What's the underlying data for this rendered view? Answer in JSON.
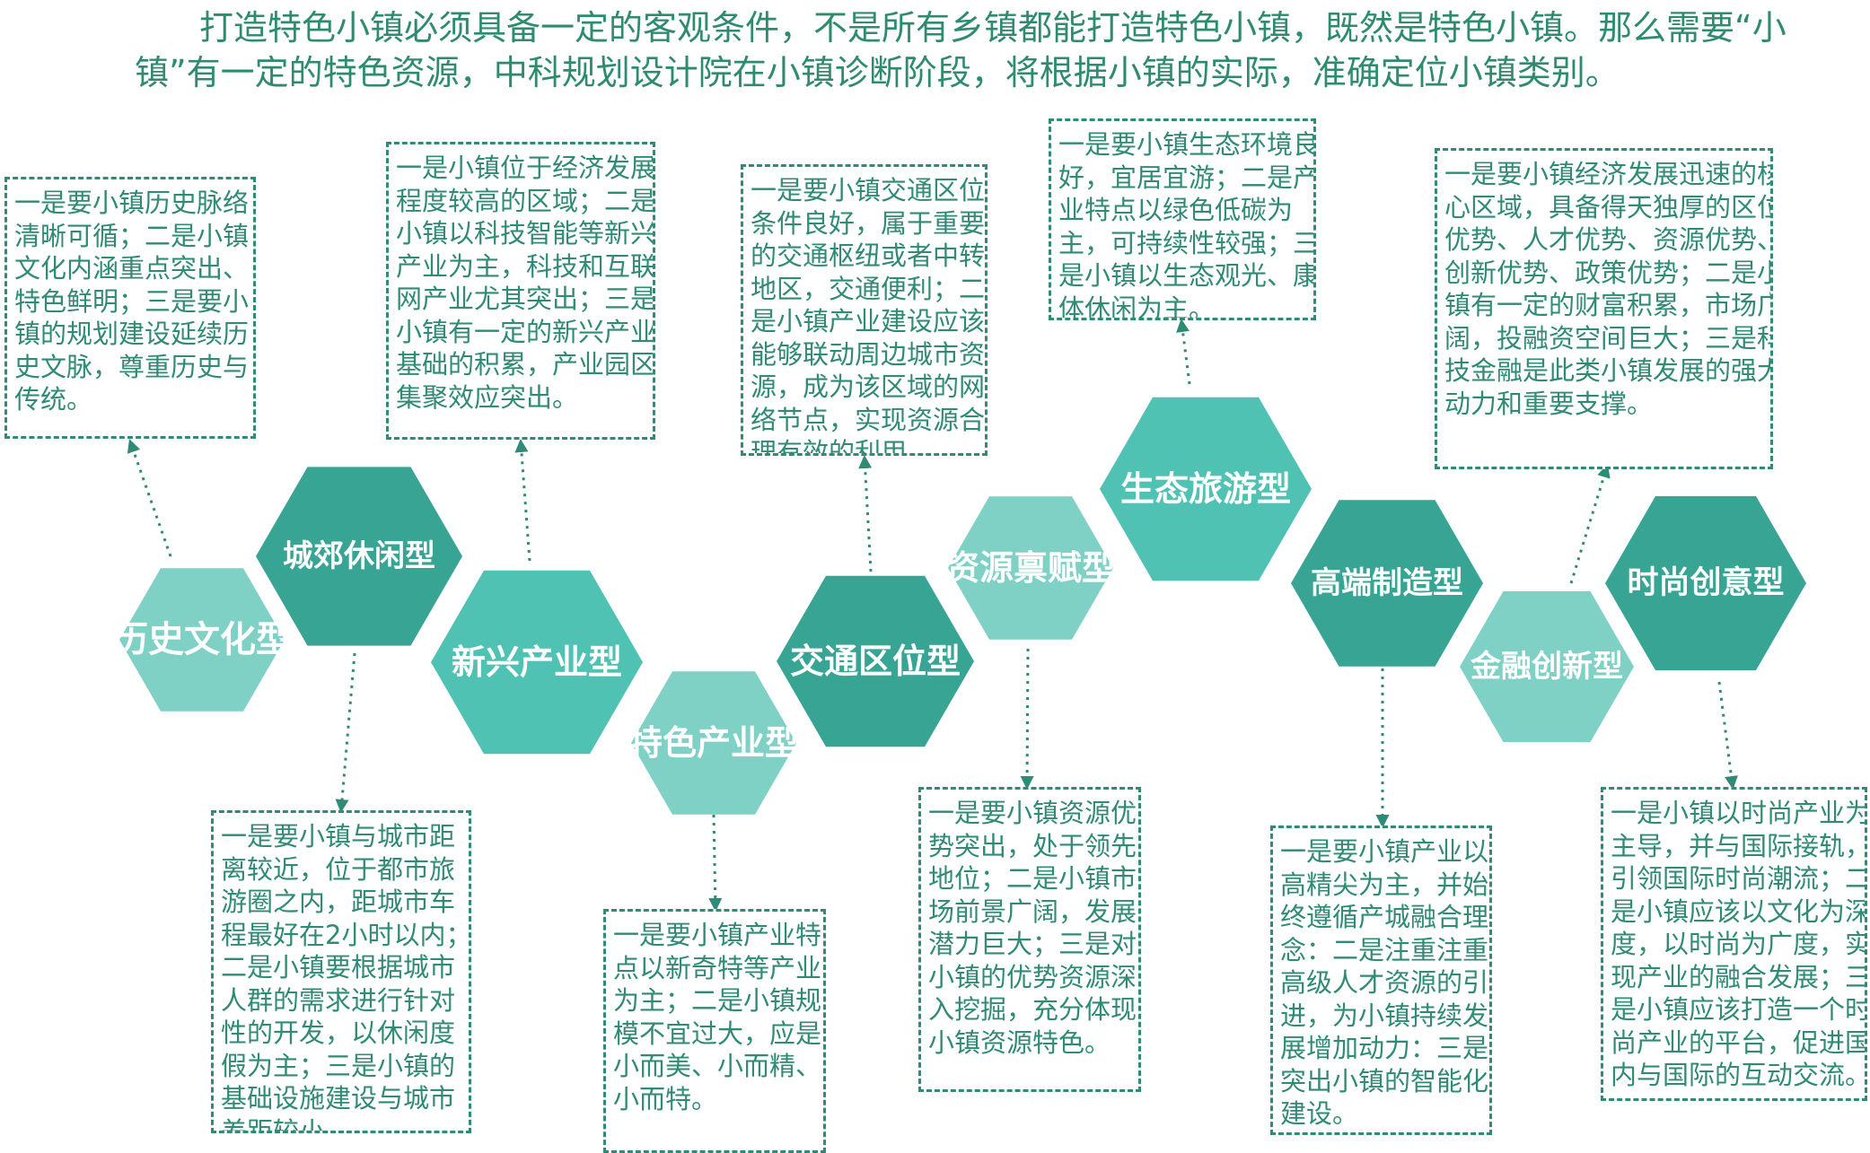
{
  "intro": [
    "打造特色小镇必须具备一定的客观条件，不是所有乡镇都能打造特色小镇，既然是特色小镇。那么需要“小",
    "镇”有一定的特色资源，中科规划设计院在小镇诊断阶段，将根据小镇的实际，准确定位小镇类别。"
  ],
  "colors": {
    "teal_dark": "#38a493",
    "teal_mid": "#50c2b3",
    "teal_light": "#7ed1c4",
    "text": "#2f8a76",
    "title": "#2e8b70"
  },
  "types": [
    {
      "name": "历史文化型",
      "shade": "light",
      "desc": [
        "一是要小镇历史脉络",
        "清晰可循；二是小镇",
        "文化内涵重点突出、",
        "特色鲜明；三是要小",
        "镇的规划建设延续历",
        "史文脉，尊重历史与",
        "传统。"
      ]
    },
    {
      "name": "城郊休闲型",
      "shade": "dark",
      "desc": [
        "一是要小镇与城市距",
        "离较近，位于都市旅",
        "游圈之内，距城市车",
        "程最好在2小时以内；",
        "二是小镇要根据城市",
        "人群的需求进行针对",
        "性的开发，以休闲度",
        "假为主；三是小镇的",
        "基础设施建设与城市",
        "差距较小。"
      ]
    },
    {
      "name": "新兴产业型",
      "shade": "mid",
      "desc": [
        "一是小镇位于经济发展",
        "程度较高的区域；二是",
        "小镇以科技智能等新兴",
        "产业为主，科技和互联",
        "网产业尤其突出；三是",
        "小镇有一定的新兴产业",
        "基础的积累，产业园区",
        "集聚效应突出。"
      ]
    },
    {
      "name": "特色产业型",
      "shade": "light",
      "desc": [
        "一是要小镇产业特",
        "点以新奇特等产业",
        "为主；二是小镇规",
        "模不宜过大，应是",
        "小而美、小而精、",
        "小而特。"
      ]
    },
    {
      "name": "交通区位型",
      "shade": "dark",
      "desc": [
        "一是要小镇交通区位",
        "条件良好，属于重要",
        "的交通枢纽或者中转",
        "地区，交通便利；二",
        "是小镇产业建设应该",
        "能够联动周边城市资",
        "源，成为该区域的网",
        "络节点，实现资源合",
        "理有效的利用。"
      ]
    },
    {
      "name": "资源禀赋型",
      "shade": "light",
      "desc": [
        "一是要小镇资源优",
        "势突出，处于领先",
        "地位；二是小镇市",
        "场前景广阔，发展",
        "潜力巨大；三是对",
        "小镇的优势资源深",
        "入挖掘，充分体现",
        "小镇资源特色。"
      ]
    },
    {
      "name": "生态旅游型",
      "shade": "mid",
      "desc": [
        "一是要小镇生态环境良",
        "好，宜居宜游；二是产",
        "业特点以绿色低碳为",
        "主，可持续性较强；三",
        "是小镇以生态观光、康",
        "体休闲为主。"
      ]
    },
    {
      "name": "高端制造型",
      "shade": "dark",
      "desc": [
        "一是要小镇产业以",
        "高精尖为主，并始",
        "终遵循产城融合理",
        "念：二是注重注重",
        "高级人才资源的引",
        "进，为小镇持续发",
        "展增加动力：三是",
        "突出小镇的智能化",
        "建设。"
      ]
    },
    {
      "name": "金融创新型",
      "shade": "light",
      "desc": [
        "一是要小镇经济发展迅速的核",
        "心区域，具备得天独厚的区位",
        "优势、人才优势、资源优势、",
        "创新优势、政策优势；二是小",
        "镇有一定的财富积累，市场广",
        "阔，投融资空间巨大；三是科",
        "技金融是此类小镇发展的强大",
        "动力和重要支撑。"
      ]
    },
    {
      "name": "时尚创意型",
      "shade": "dark",
      "desc": [
        "一是小镇以时尚产业为",
        "主导，并与国际接轨，",
        "引领国际时尚潮流；二",
        "是小镇应该以文化为深",
        "度，以时尚为广度，实",
        "现产业的融合发展；三",
        "是小镇应该打造一个时",
        "尚产业的平台，促进国",
        "内与国际的互动交流。"
      ]
    }
  ]
}
